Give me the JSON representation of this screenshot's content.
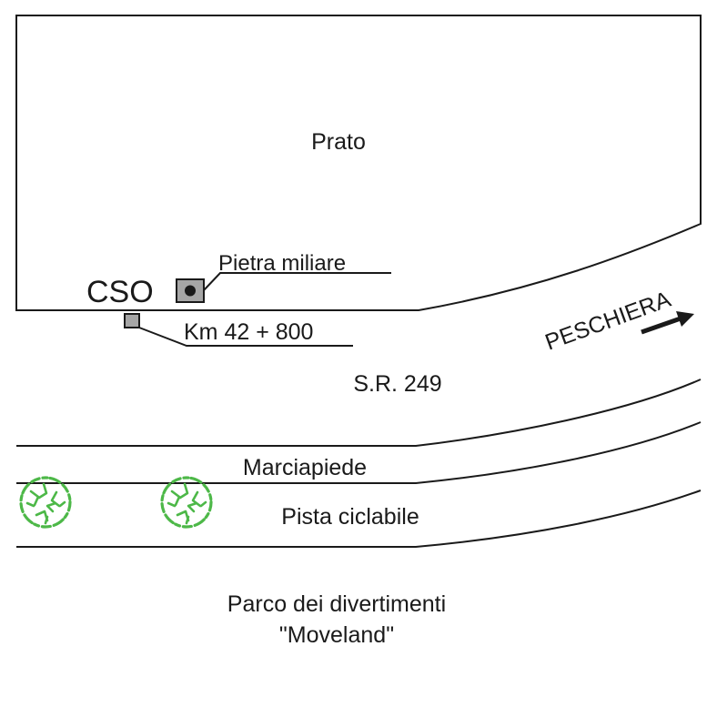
{
  "labels": {
    "prato": "Prato",
    "pietra_miliare": "Pietra miliare",
    "cso": "CSO",
    "km": "Km 42 + 800",
    "sr": "S.R. 249",
    "peschiera": "PESCHIERA",
    "marciapiede": "Marciapiede",
    "pista": "Pista ciclabile",
    "parco_line1": "Parco dei divertimenti",
    "parco_line2": "\"Moveland\""
  },
  "icons": {
    "milestone": "milestone-marker-icon",
    "cso_marker": "cso-marker-icon",
    "direction": "arrow-right-icon",
    "tree": "tree-icon"
  },
  "colors": {
    "line": "#1a1a1a",
    "marker_fill": "#a6a6a6",
    "tree": "#4db848"
  }
}
